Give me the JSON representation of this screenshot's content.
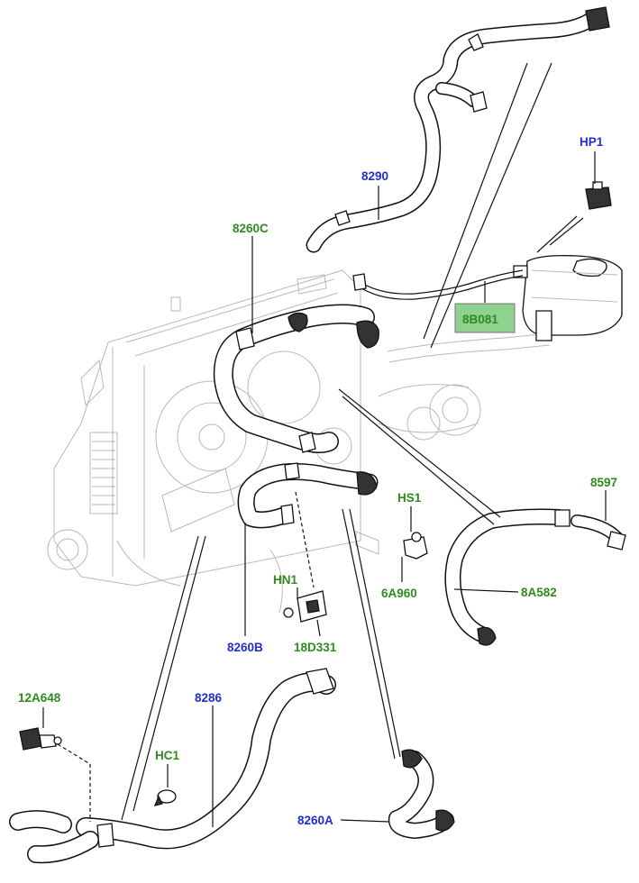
{
  "diagram": {
    "labels": [
      {
        "id": "hp1",
        "text": "HP1",
        "color": "#1f2fd0"
      },
      {
        "id": "8290",
        "text": "8290",
        "color": "#1f2fd0"
      },
      {
        "id": "8260c",
        "text": "8260C",
        "color": "#2e8b1e"
      },
      {
        "id": "8b081",
        "text": "8B081",
        "color": "#2e8b1e",
        "highlighted": true,
        "highlight_color": "#8fd18f"
      },
      {
        "id": "8597",
        "text": "8597",
        "color": "#2e8b1e"
      },
      {
        "id": "hs1",
        "text": "HS1",
        "color": "#2e8b1e"
      },
      {
        "id": "6a960",
        "text": "6A960",
        "color": "#2e8b1e"
      },
      {
        "id": "8a582",
        "text": "8A582",
        "color": "#2e8b1e"
      },
      {
        "id": "hn1",
        "text": "HN1",
        "color": "#2e8b1e"
      },
      {
        "id": "8260b",
        "text": "8260B",
        "color": "#1f2fd0"
      },
      {
        "id": "18d331",
        "text": "18D331",
        "color": "#2e8b1e"
      },
      {
        "id": "12a648",
        "text": "12A648",
        "color": "#2e8b1e"
      },
      {
        "id": "8286",
        "text": "8286",
        "color": "#1f2fd0"
      },
      {
        "id": "hc1",
        "text": "HC1",
        "color": "#2e8b1e"
      },
      {
        "id": "8260a",
        "text": "8260A",
        "color": "#1f2fd0"
      }
    ]
  }
}
